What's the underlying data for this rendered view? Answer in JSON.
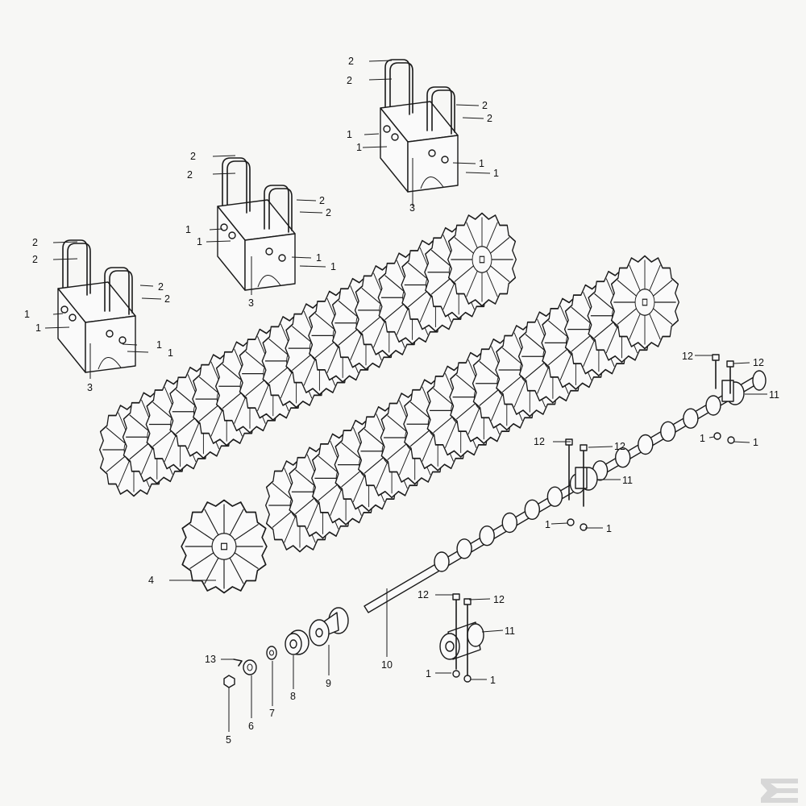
{
  "diagram": {
    "labels": {
      "nut": "1",
      "u_bolt": "2",
      "bearing_bracket": "3",
      "star_wheel": "4",
      "end_nut": "5",
      "lock_washer": "6",
      "flat_washer": "7",
      "bearing": "8",
      "spacer_hub": "9",
      "shaft": "10",
      "bearing_block": "11",
      "bolt": "12",
      "cotter_pin": "13"
    }
  }
}
